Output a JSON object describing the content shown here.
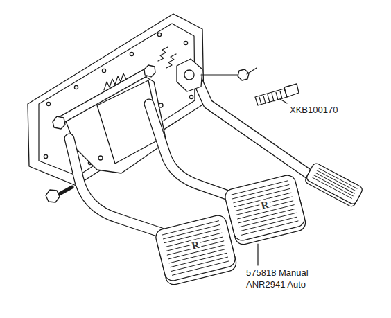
{
  "diagram": {
    "labels": [
      "XKB100170",
      "575818 Manual",
      "ANR2941 Auto",
      "R",
      "R"
    ]
  }
}
